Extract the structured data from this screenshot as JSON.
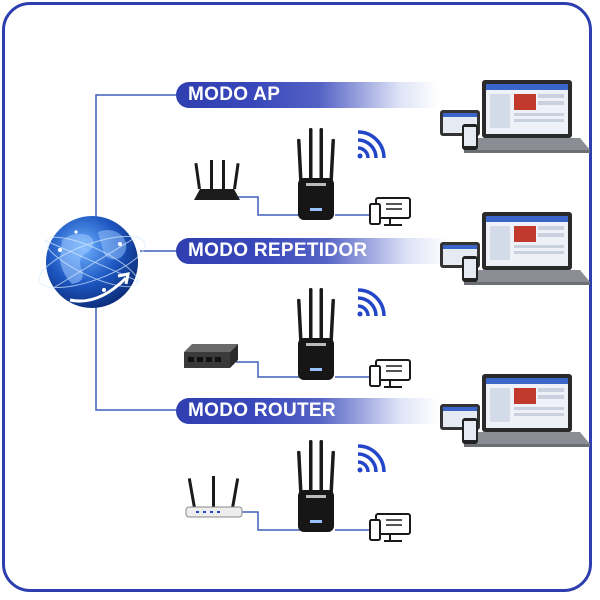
{
  "modes": [
    {
      "label": "MODO AP",
      "source_device": "router-icon"
    },
    {
      "label": "MODO REPETIDOR",
      "source_device": "switch-icon"
    },
    {
      "label": "MODO ROUTER",
      "source_device": "router-icon"
    }
  ],
  "colors": {
    "frame": "#2d3fae",
    "label_bg": "#3848bb",
    "line": "#3f5fb8",
    "globe": "#1d57c2",
    "wifi": "#2346c8",
    "device": "#1a1a1a"
  },
  "icons": [
    "globe-icon",
    "wifi-icon",
    "repeater-icon",
    "monitor-icon",
    "laptop-icon",
    "tablet-icon",
    "phone-icon",
    "router-icon",
    "switch-icon"
  ]
}
